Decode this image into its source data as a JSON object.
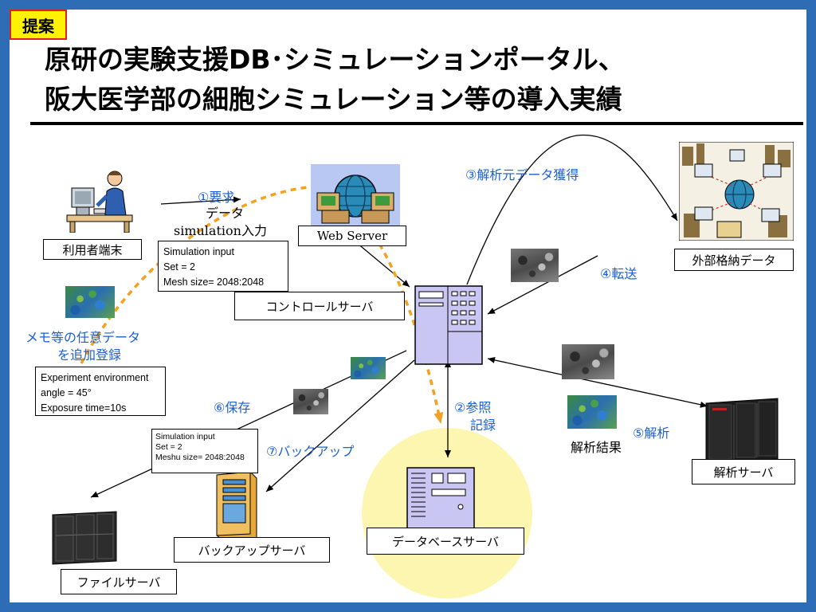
{
  "badge": "提案",
  "title": {
    "line1": "原研の実験支援DB･シミュレーションポータル、",
    "line2": "阪大医学部の細胞シミュレーション等の導入実績"
  },
  "nodes": {
    "user_terminal": "利用者端末",
    "web_server": "Web Server",
    "control_server": "コントロールサーバ",
    "external_data": "外部格納データ",
    "analysis_server": "解析サーバ",
    "database_server": "データベースサーバ",
    "backup_server": "バックアップサーバ",
    "file_server": "ファイルサーバ"
  },
  "labels": {
    "request": "①要求",
    "data_input_1": "データ",
    "data_input_2": "simulation入力",
    "ref_record_1": "②参照",
    "ref_record_2": "記録",
    "acquire": "③解析元データ獲得",
    "transfer": "④転送",
    "analyze": "⑤解析",
    "analysis_result": "解析結果",
    "save": "⑥保存",
    "backup": "⑦バックアップ",
    "memo_1": "メモ等の任意データ",
    "memo_2": "を追加登録"
  },
  "notes": {
    "sim_input": [
      "Simulation input",
      "Set = 2",
      "Mesh size= 2048:2048"
    ],
    "experiment": [
      "Experiment environment",
      "angle = 45°",
      "Exposure time=10s"
    ],
    "sim_input_small": [
      "Simulation input",
      "Set = 2",
      "Meshu size= 2048:2048"
    ]
  },
  "colors": {
    "frame": "#2e6db5",
    "label_blue": "#1a5fd0",
    "dashed_path": "#f5a020",
    "db_highlight": "#fdf6b0"
  },
  "icons": {
    "user_terminal": "person-at-computer-icon",
    "web_server": "globe-network-icon",
    "control_server": "server-rack-icon",
    "external_data": "network-world-icon",
    "analysis_server": "supercomputer-icon",
    "database_server": "database-server-icon",
    "backup_server": "tower-pc-icon",
    "file_server": "storage-array-icon"
  }
}
